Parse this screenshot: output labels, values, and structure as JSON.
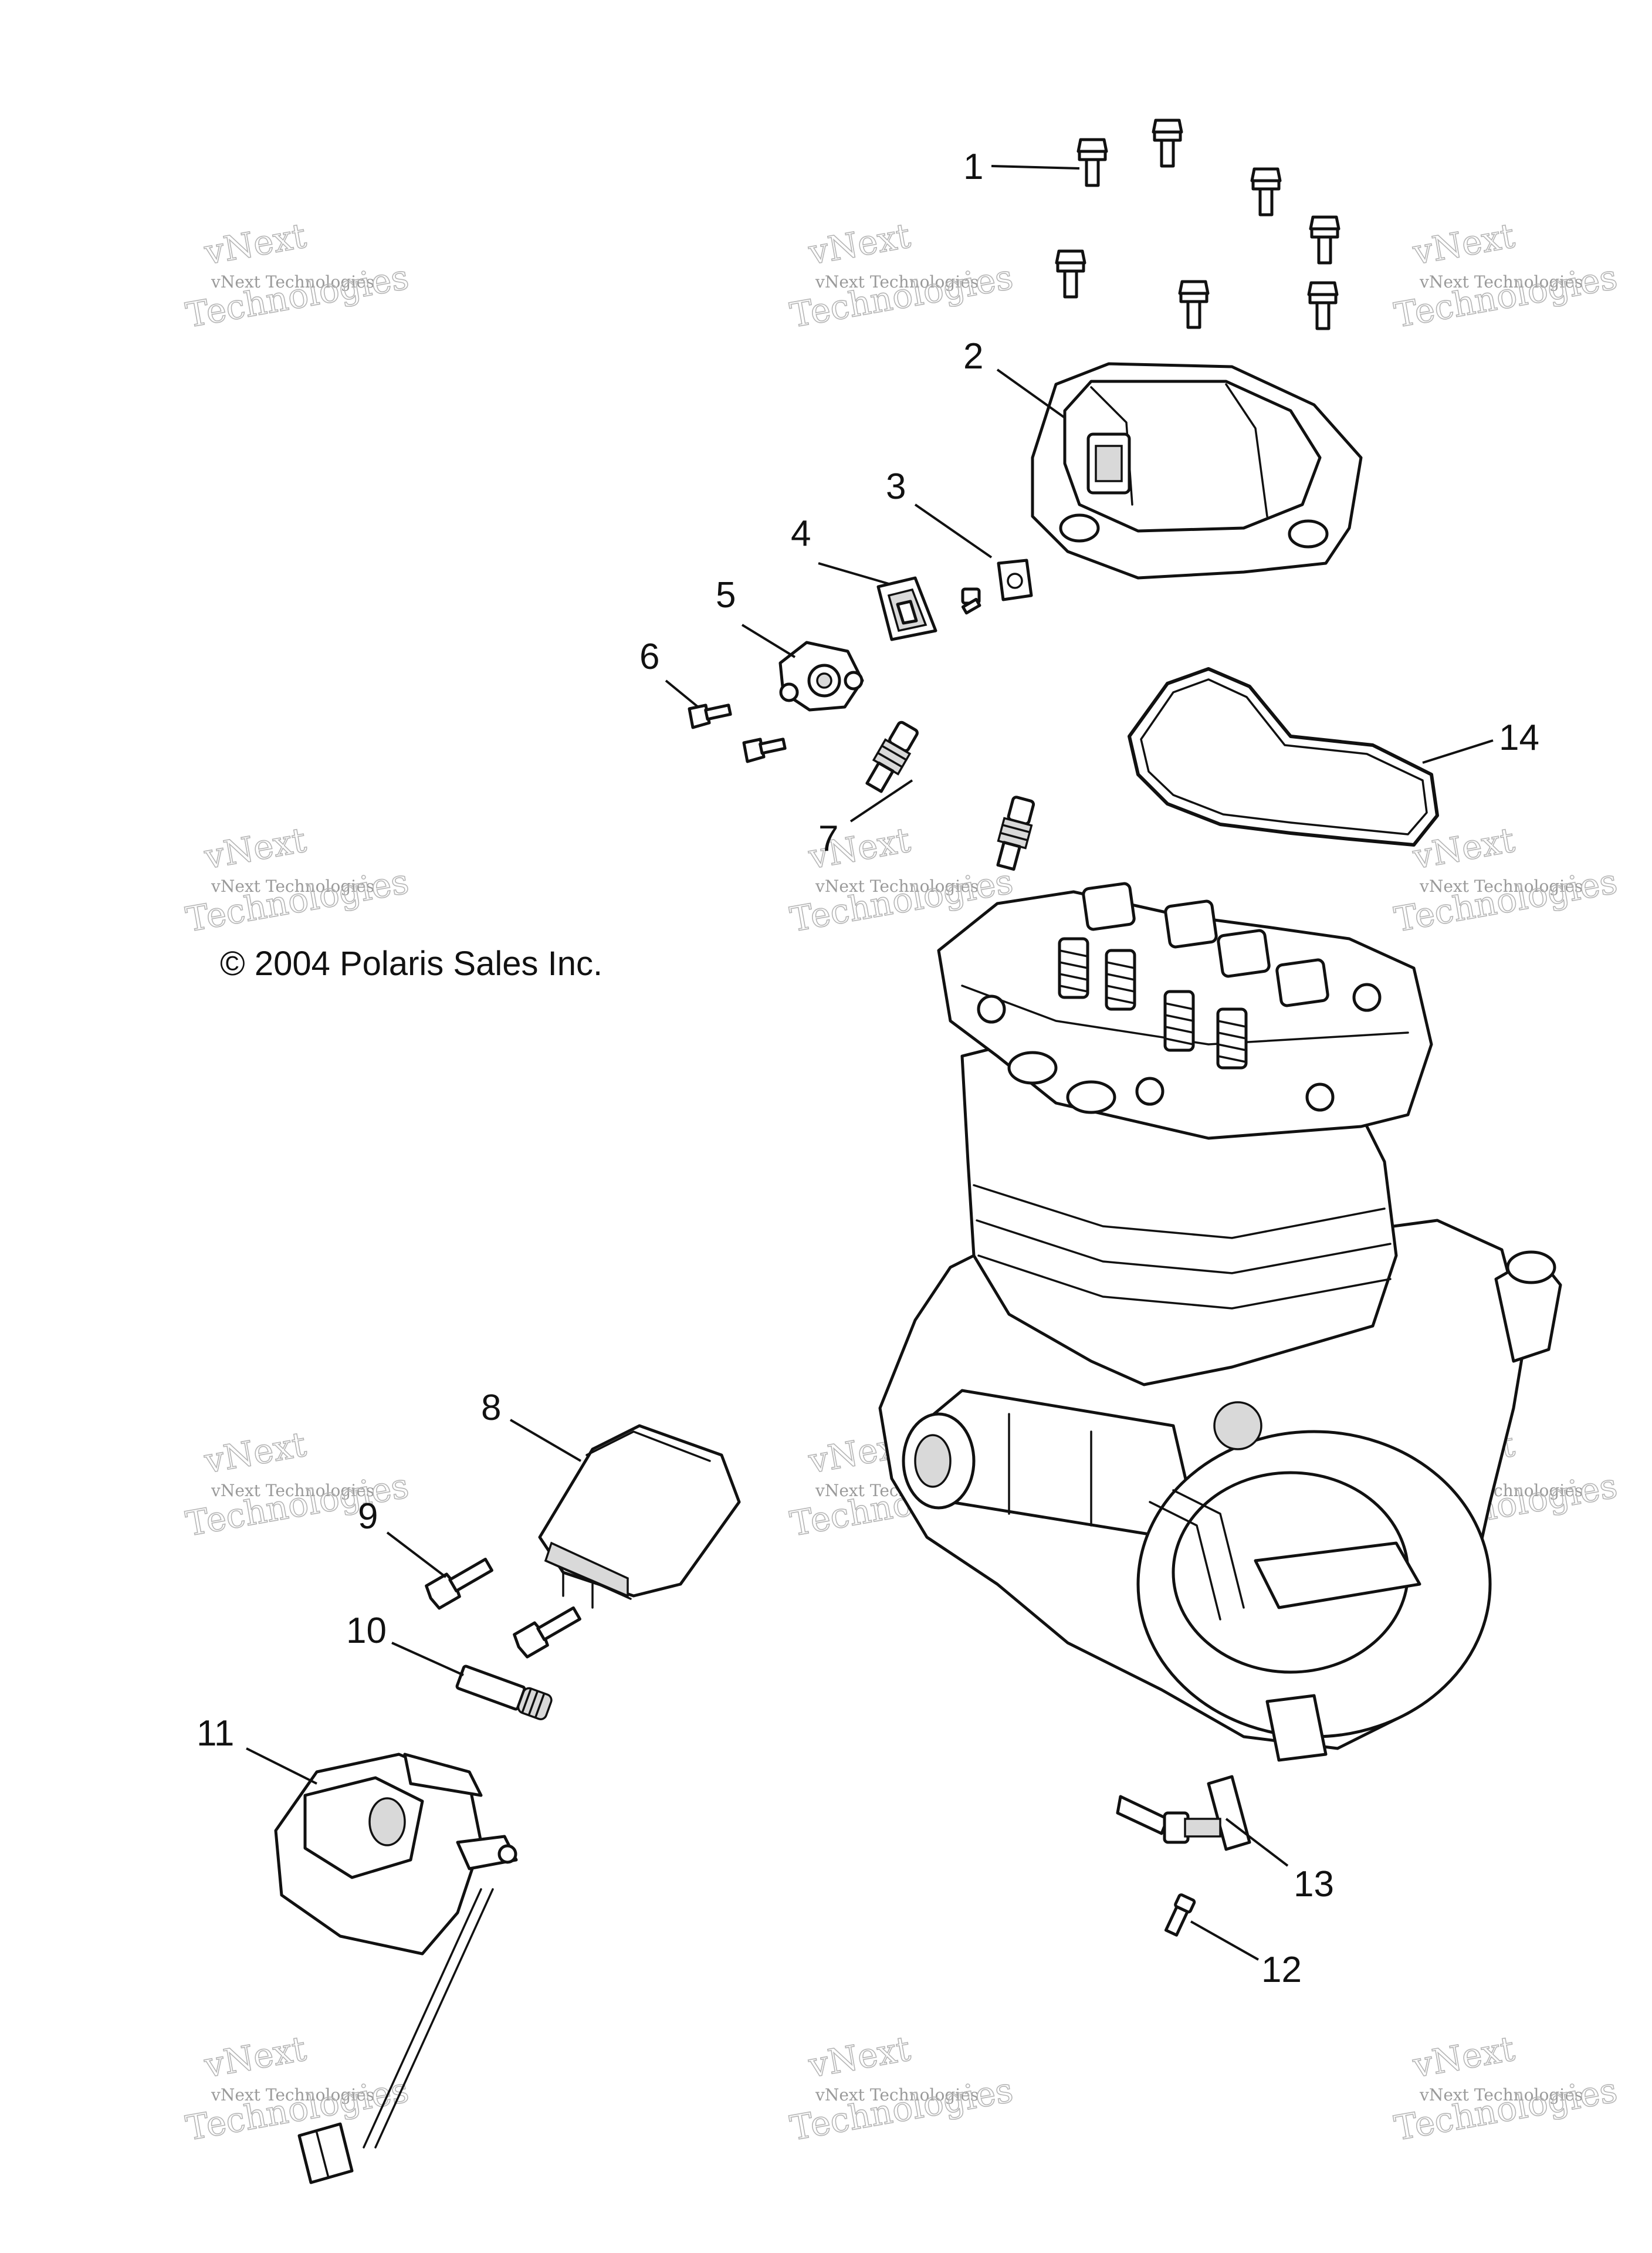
{
  "copyright": "© 2004 Polaris Sales Inc.",
  "watermark": {
    "line1": "vNext Technologies",
    "line2": "vNext",
    "line3": "Technologies"
  },
  "callouts": [
    {
      "id": 1,
      "label": "1"
    },
    {
      "id": 2,
      "label": "2"
    },
    {
      "id": 3,
      "label": "3"
    },
    {
      "id": 4,
      "label": "4"
    },
    {
      "id": 5,
      "label": "5"
    },
    {
      "id": 6,
      "label": "6"
    },
    {
      "id": 7,
      "label": "7"
    },
    {
      "id": 8,
      "label": "8"
    },
    {
      "id": 9,
      "label": "9"
    },
    {
      "id": 10,
      "label": "10"
    },
    {
      "id": 11,
      "label": "11"
    },
    {
      "id": 12,
      "label": "12"
    },
    {
      "id": 13,
      "label": "13"
    },
    {
      "id": 14,
      "label": "14"
    }
  ],
  "colors": {
    "ink": "#111111",
    "watermark": "#b5b5b5",
    "background": "#ffffff"
  }
}
